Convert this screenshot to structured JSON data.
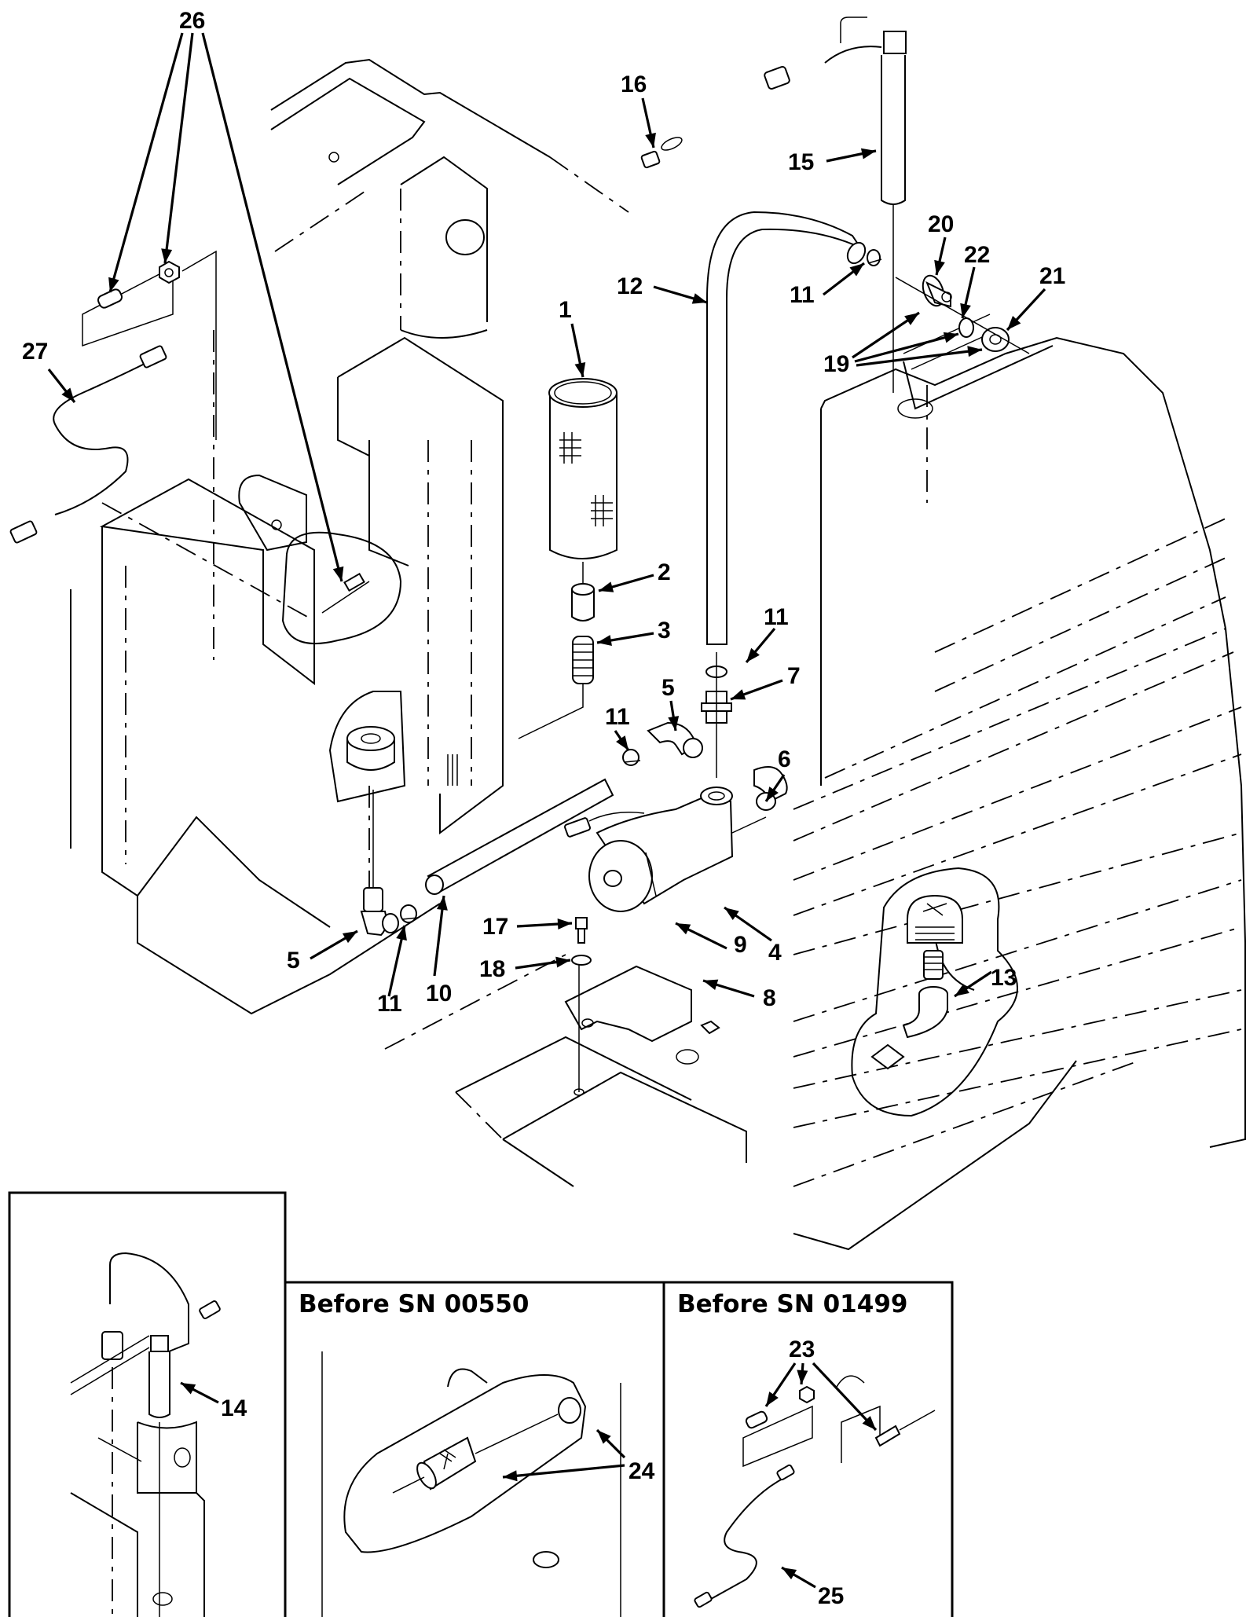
{
  "figure": {
    "type": "exploded parts diagram",
    "callouts": [
      {
        "id": "c26",
        "label": "26"
      },
      {
        "id": "c27",
        "label": "27"
      },
      {
        "id": "c16",
        "label": "16"
      },
      {
        "id": "c15",
        "label": "15"
      },
      {
        "id": "c1",
        "label": "1"
      },
      {
        "id": "c12",
        "label": "12"
      },
      {
        "id": "c11a",
        "label": "11"
      },
      {
        "id": "c20",
        "label": "20"
      },
      {
        "id": "c22",
        "label": "22"
      },
      {
        "id": "c21",
        "label": "21"
      },
      {
        "id": "c19",
        "label": "19"
      },
      {
        "id": "c2",
        "label": "2"
      },
      {
        "id": "c3",
        "label": "3"
      },
      {
        "id": "c11b",
        "label": "11"
      },
      {
        "id": "c7",
        "label": "7"
      },
      {
        "id": "c5a",
        "label": "5"
      },
      {
        "id": "c11c",
        "label": "11"
      },
      {
        "id": "c6",
        "label": "6"
      },
      {
        "id": "c17",
        "label": "17"
      },
      {
        "id": "c18",
        "label": "18"
      },
      {
        "id": "c9",
        "label": "9"
      },
      {
        "id": "c4",
        "label": "4"
      },
      {
        "id": "c8",
        "label": "8"
      },
      {
        "id": "c5b",
        "label": "5"
      },
      {
        "id": "c11d",
        "label": "11"
      },
      {
        "id": "c10",
        "label": "10"
      },
      {
        "id": "c13",
        "label": "13"
      }
    ]
  },
  "insets": [
    {
      "name": "inset-float-switch",
      "title": "",
      "callouts": [
        {
          "label": "14"
        }
      ]
    },
    {
      "name": "inset-before-sn-00550",
      "title": "Before SN 00550",
      "callouts": [
        {
          "label": "24"
        }
      ]
    },
    {
      "name": "inset-before-sn-01499",
      "title": "Before SN 01499",
      "callouts": [
        {
          "label": "23"
        },
        {
          "label": "25"
        }
      ]
    }
  ]
}
